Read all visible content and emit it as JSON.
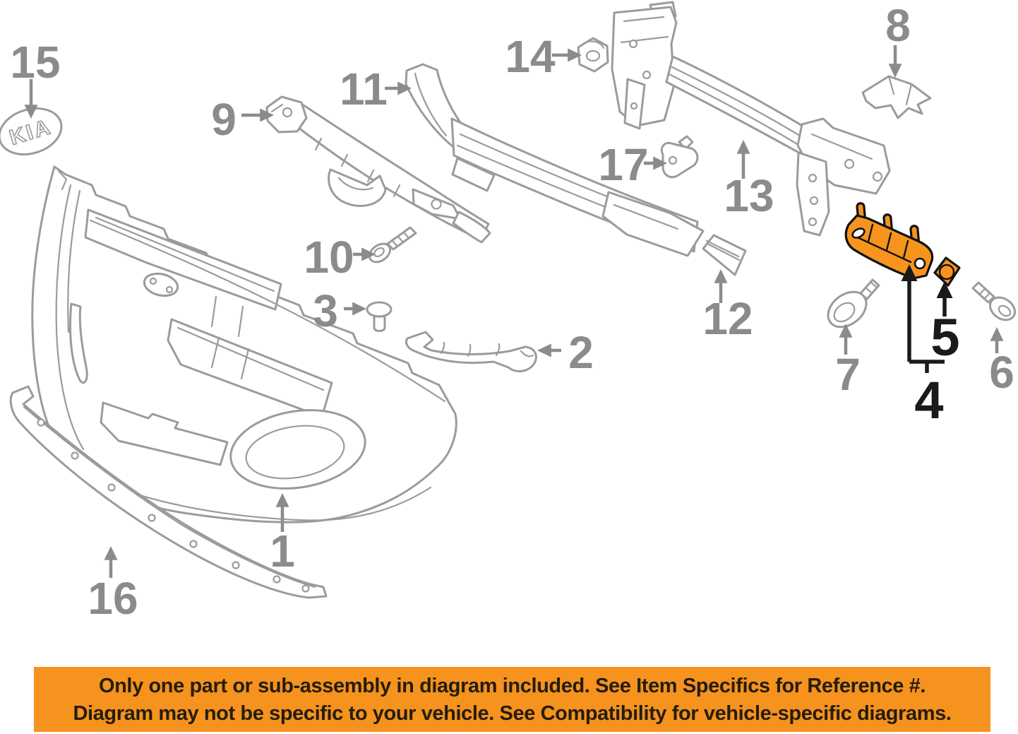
{
  "banner": {
    "line1": "Only one part or sub-assembly in diagram included. See Item Specifics for Reference #.",
    "line2": "Diagram may not be specific to your vehicle. See Compatibility for vehicle-specific diagrams."
  },
  "emblem": {
    "text": "KIA"
  },
  "colors": {
    "line": "#9B9B9B",
    "label": "#8B8B8B",
    "highlight": "#F7941E",
    "highlight_label": "#1A1A1A",
    "banner_bg": "#F6921E",
    "banner_text": "#241D0E"
  },
  "labels": [
    {
      "text": "1",
      "highlighted": false
    },
    {
      "text": "2",
      "highlighted": false
    },
    {
      "text": "3",
      "highlighted": false
    },
    {
      "text": "4",
      "highlighted": true
    },
    {
      "text": "5",
      "highlighted": true
    },
    {
      "text": "6",
      "highlighted": false
    },
    {
      "text": "7",
      "highlighted": false
    },
    {
      "text": "8",
      "highlighted": false
    },
    {
      "text": "9",
      "highlighted": false
    },
    {
      "text": "10",
      "highlighted": false
    },
    {
      "text": "11",
      "highlighted": false
    },
    {
      "text": "12",
      "highlighted": false
    },
    {
      "text": "13",
      "highlighted": false
    },
    {
      "text": "14",
      "highlighted": false
    },
    {
      "text": "15",
      "highlighted": false
    },
    {
      "text": "16",
      "highlighted": false
    },
    {
      "text": "17",
      "highlighted": false
    }
  ]
}
